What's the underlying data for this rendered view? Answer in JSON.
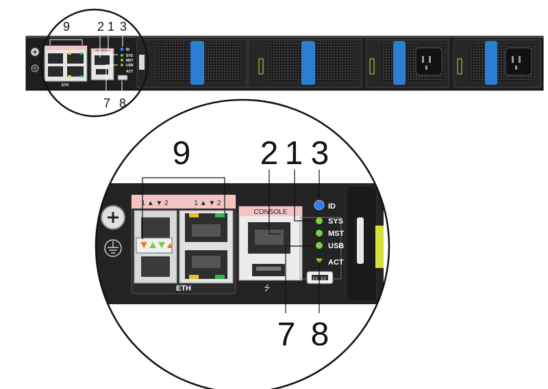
{
  "callouts": {
    "n9_top": "9",
    "n2_top": "2",
    "n1_top": "1",
    "n3_top": "3",
    "n7_top": "7",
    "n8_top": "8",
    "n9": "9",
    "n2": "2",
    "n1": "1",
    "n3": "3",
    "n7": "7",
    "n8": "8"
  },
  "panel": {
    "eth_label": "ETH",
    "console_label": "CONSOLE",
    "port_pair_left": "1 ▲ ▼ 2",
    "port_pair_right": "1 ▲ ▼ 2",
    "led_id": "ID",
    "led_sys": "SYS",
    "led_mst": "MST",
    "led_usb": "USB",
    "led_act": "ACT"
  },
  "small_panel": {
    "console_label": "CONSOLE",
    "eth_label": "ETH",
    "led_id": "ID",
    "led_sys": "SYS",
    "led_mst": "MST",
    "led_usb": "USB",
    "led_act": "ACT"
  },
  "colors": {
    "chassis": "#1e1e1e",
    "fan_blue": "#2a7fd4",
    "led_green": "#7bd13a",
    "led_blue": "#2d7fe8",
    "eth_amber": "#e8c21e",
    "eth_green": "#2fb84a",
    "console_band": "#f4c4c4"
  },
  "icons": [
    "ground-screw-icon",
    "ground-symbol-icon",
    "usb-symbol-icon",
    "power-socket-icon",
    "fan-grille-icon"
  ]
}
